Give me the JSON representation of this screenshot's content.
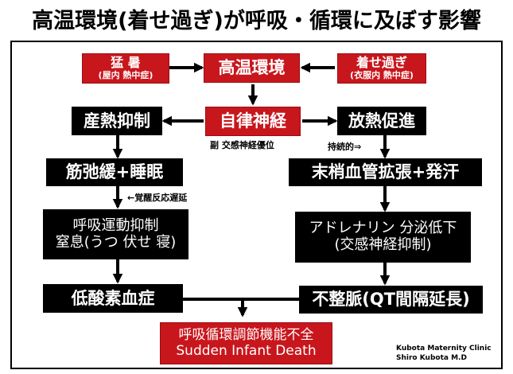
{
  "title": "高温環境(着せ過ぎ)が呼吸・循環に及ぼす影響",
  "nodes": {
    "heat_wave": {
      "line1": "猛 暑",
      "line2": "(屋内 熱中症)"
    },
    "high_temp": "高温環境",
    "overdressing": {
      "line1": "着せ過ぎ",
      "line2": "(衣服内 熱中症)"
    },
    "heat_production_suppression": "産熱抑制",
    "autonomic_nerve": "自律神経",
    "heat_release_promotion": "放熱促進",
    "muscle_relaxation_sleep": "筋弛緩+睡眠",
    "vasodilation_sweating": "末梢血管拡張+発汗",
    "respiratory_suppression": {
      "line1": "呼吸運動抑制",
      "line2": "窒息(うつ 伏せ 寝)"
    },
    "adrenaline_decrease": {
      "line1": "アドレナリン 分泌低下",
      "line2": "(交感神経抑制)"
    },
    "hypoxemia": "低酸素血症",
    "arrhythmia": "不整脈(QT間隔延長)",
    "regulation_failure": {
      "line1": "呼吸循環調節機能不全",
      "line2": "Sudden Infant Death"
    }
  },
  "annotations": {
    "parasympathetic": "副 交感神経優位",
    "continuous": "持続的⇒",
    "arousal_delay": "←覚醒反応遅延"
  },
  "credit": {
    "clinic": "Kubota Maternity Clinic",
    "author": "Shiro Kubota M.D"
  },
  "colors": {
    "red": "#c8161d",
    "black": "#000000",
    "background": "#ffffff"
  }
}
